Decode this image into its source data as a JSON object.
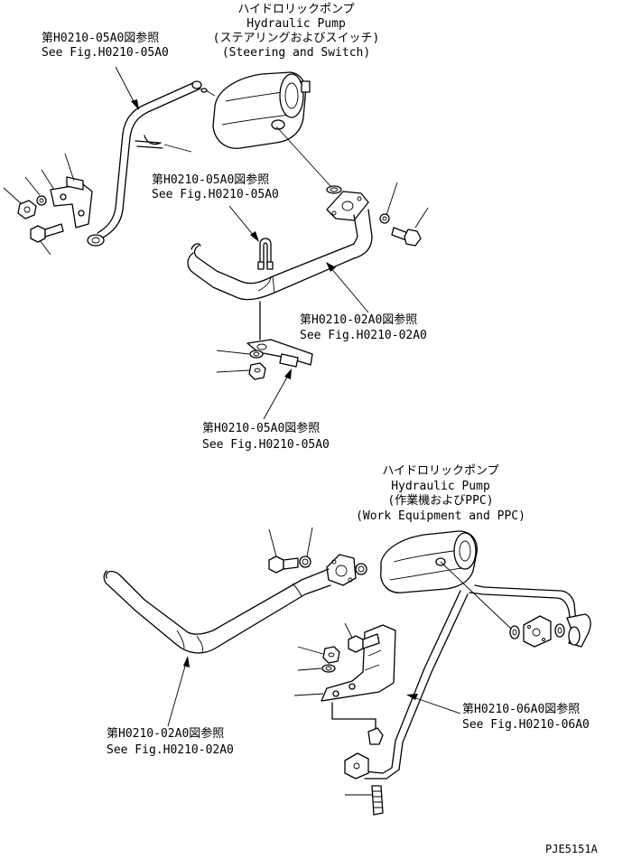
{
  "labels": {
    "pump_top": {
      "jp": "ハイドロリックポンプ",
      "en": "Hydraulic Pump",
      "sub_jp": "(ステアリングおよびスイッチ)",
      "sub_en": "(Steering and Switch)"
    },
    "pump_bottom": {
      "jp": "ハイドロリックポンプ",
      "en": "Hydraulic Pump",
      "sub_jp": "(作業機およびPPC)",
      "sub_en": "(Work Equipment and PPC)"
    },
    "ref_upper_left": {
      "jp": "第H0210-05A0図参照",
      "en": "See Fig.H0210-05A0"
    },
    "ref_upper_mid": {
      "jp": "第H0210-05A0図参照",
      "en": "See Fig.H0210-05A0"
    },
    "ref_upper_right": {
      "jp": "第H0210-02A0図参照",
      "en": "See Fig.H0210-02A0"
    },
    "ref_upper_bottom": {
      "jp": "第H0210-05A0図参照",
      "en": "See Fig.H0210-05A0"
    },
    "ref_lower_left": {
      "jp": "第H0210-02A0図参照",
      "en": "See Fig.H0210-02A0"
    },
    "ref_lower_right": {
      "jp": "第H0210-06A0図参照",
      "en": "See Fig.H0210-06A0"
    }
  },
  "drawing_code": "PJE5151A"
}
